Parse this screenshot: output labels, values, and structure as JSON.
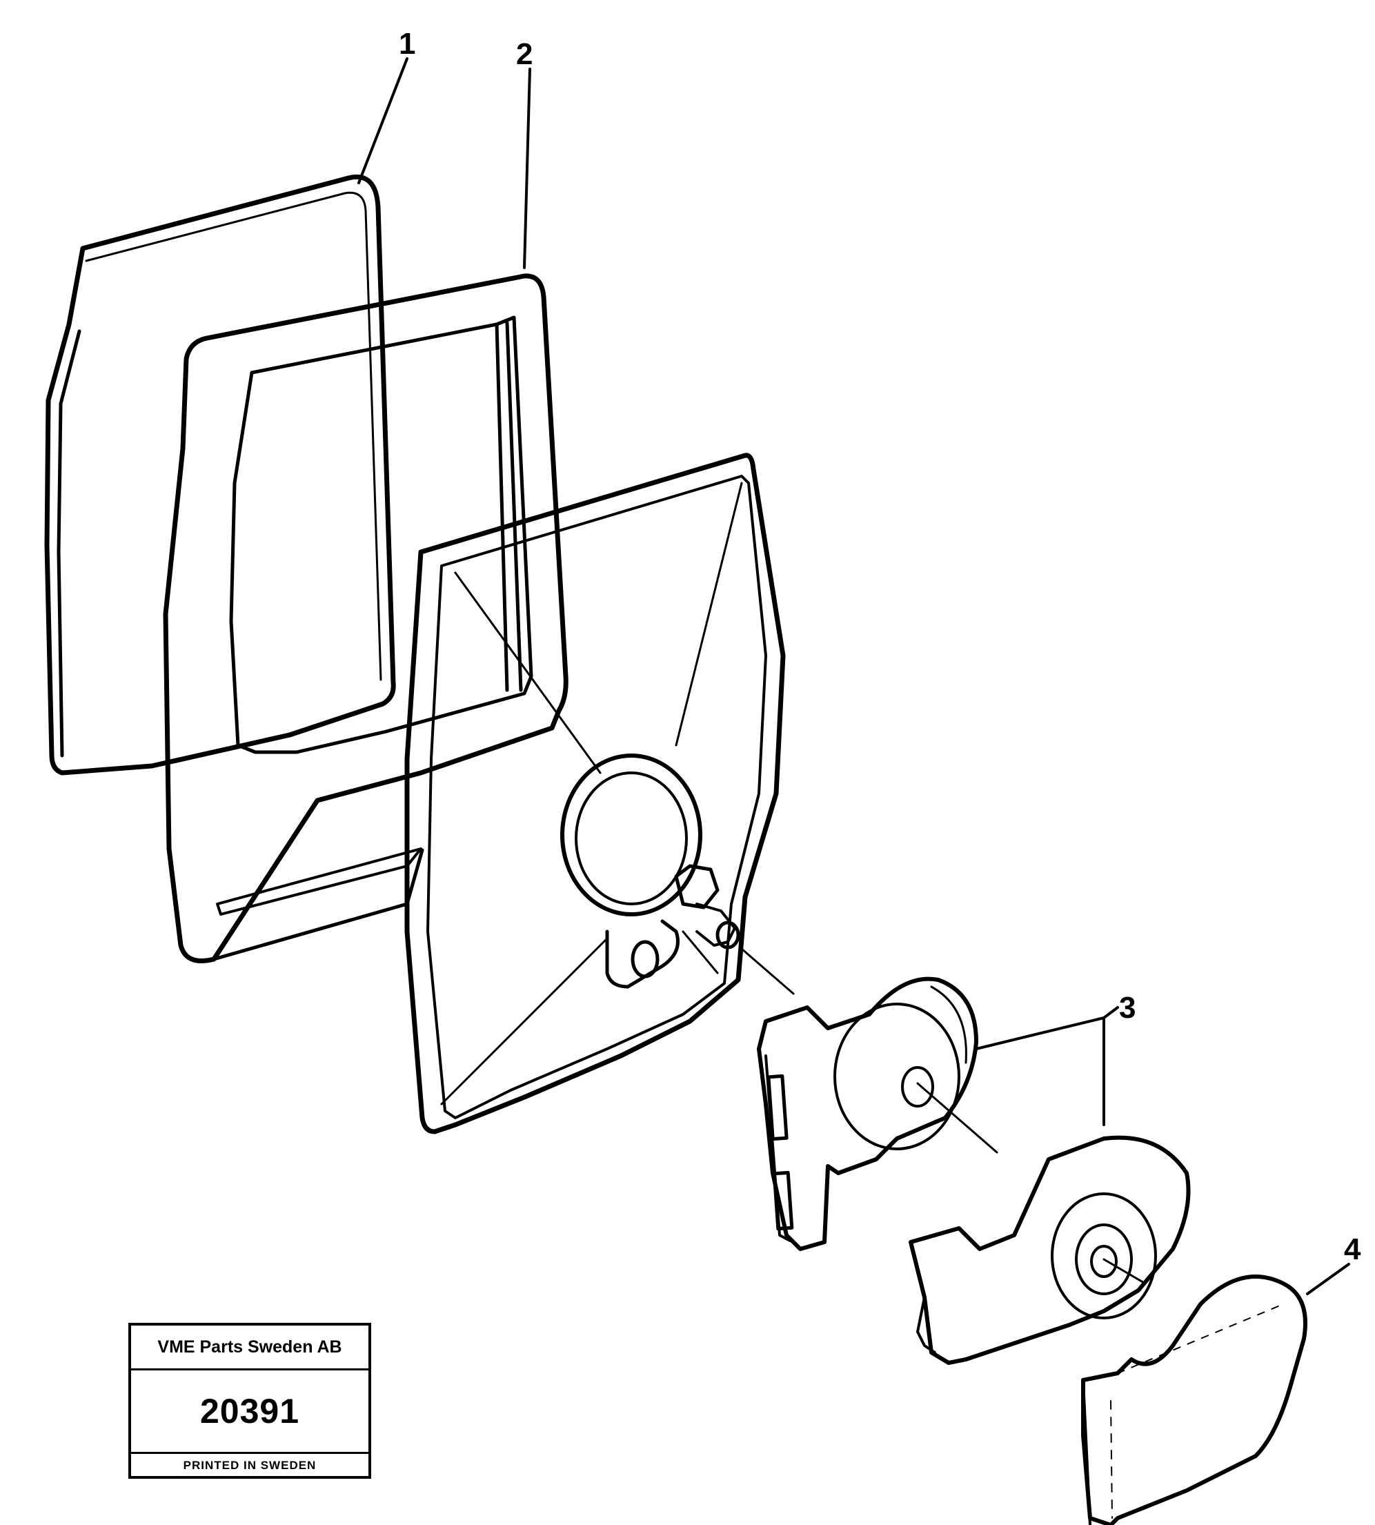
{
  "callouts": [
    {
      "id": "1",
      "label": "1"
    },
    {
      "id": "2",
      "label": "2"
    },
    {
      "id": "3",
      "label": "3"
    },
    {
      "id": "4",
      "label": "4"
    }
  ],
  "stamp": {
    "company": "VME Parts Sweden AB",
    "number": "20391",
    "printed": "PRINTED IN SWEDEN"
  },
  "colors": {
    "ink": "#000000",
    "paper": "#ffffff"
  }
}
